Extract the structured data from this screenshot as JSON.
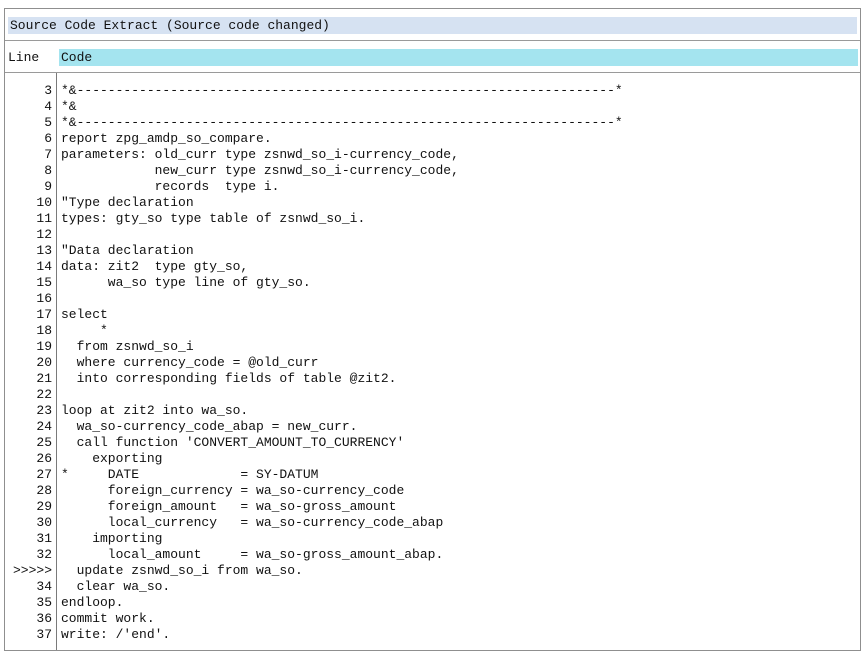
{
  "title": "Source Code Extract (Source code changed)",
  "columns": {
    "line": "Line",
    "code": "Code"
  },
  "rows": [
    {
      "ln": "3",
      "code": "*&---------------------------------------------------------------------*"
    },
    {
      "ln": "4",
      "code": "*&"
    },
    {
      "ln": "5",
      "code": "*&---------------------------------------------------------------------*"
    },
    {
      "ln": "6",
      "code": "report zpg_amdp_so_compare."
    },
    {
      "ln": "7",
      "code": "parameters: old_curr type zsnwd_so_i-currency_code,"
    },
    {
      "ln": "8",
      "code": "            new_curr type zsnwd_so_i-currency_code,"
    },
    {
      "ln": "9",
      "code": "            records  type i."
    },
    {
      "ln": "10",
      "code": "\"Type declaration"
    },
    {
      "ln": "11",
      "code": "types: gty_so type table of zsnwd_so_i."
    },
    {
      "ln": "12",
      "code": ""
    },
    {
      "ln": "13",
      "code": "\"Data declaration"
    },
    {
      "ln": "14",
      "code": "data: zit2  type gty_so,"
    },
    {
      "ln": "15",
      "code": "      wa_so type line of gty_so."
    },
    {
      "ln": "16",
      "code": ""
    },
    {
      "ln": "17",
      "code": "select"
    },
    {
      "ln": "18",
      "code": "     *"
    },
    {
      "ln": "19",
      "code": "  from zsnwd_so_i"
    },
    {
      "ln": "20",
      "code": "  where currency_code = @old_curr"
    },
    {
      "ln": "21",
      "code": "  into corresponding fields of table @zit2."
    },
    {
      "ln": "22",
      "code": ""
    },
    {
      "ln": "23",
      "code": "loop at zit2 into wa_so."
    },
    {
      "ln": "24",
      "code": "  wa_so-currency_code_abap = new_curr."
    },
    {
      "ln": "25",
      "code": "  call function 'CONVERT_AMOUNT_TO_CURRENCY'"
    },
    {
      "ln": "26",
      "code": "    exporting"
    },
    {
      "ln": "27",
      "code": "*     DATE             = SY-DATUM"
    },
    {
      "ln": "28",
      "code": "      foreign_currency = wa_so-currency_code"
    },
    {
      "ln": "29",
      "code": "      foreign_amount   = wa_so-gross_amount"
    },
    {
      "ln": "30",
      "code": "      local_currency   = wa_so-currency_code_abap"
    },
    {
      "ln": "31",
      "code": "    importing"
    },
    {
      "ln": "32",
      "code": "      local_amount     = wa_so-gross_amount_abap."
    },
    {
      "ln": ">>>>>",
      "code": "  update zsnwd_so_i from wa_so."
    },
    {
      "ln": "34",
      "code": "  clear wa_so."
    },
    {
      "ln": "35",
      "code": "endloop."
    },
    {
      "ln": "36",
      "code": "commit work."
    },
    {
      "ln": "37",
      "code": "write: /'end'."
    }
  ]
}
